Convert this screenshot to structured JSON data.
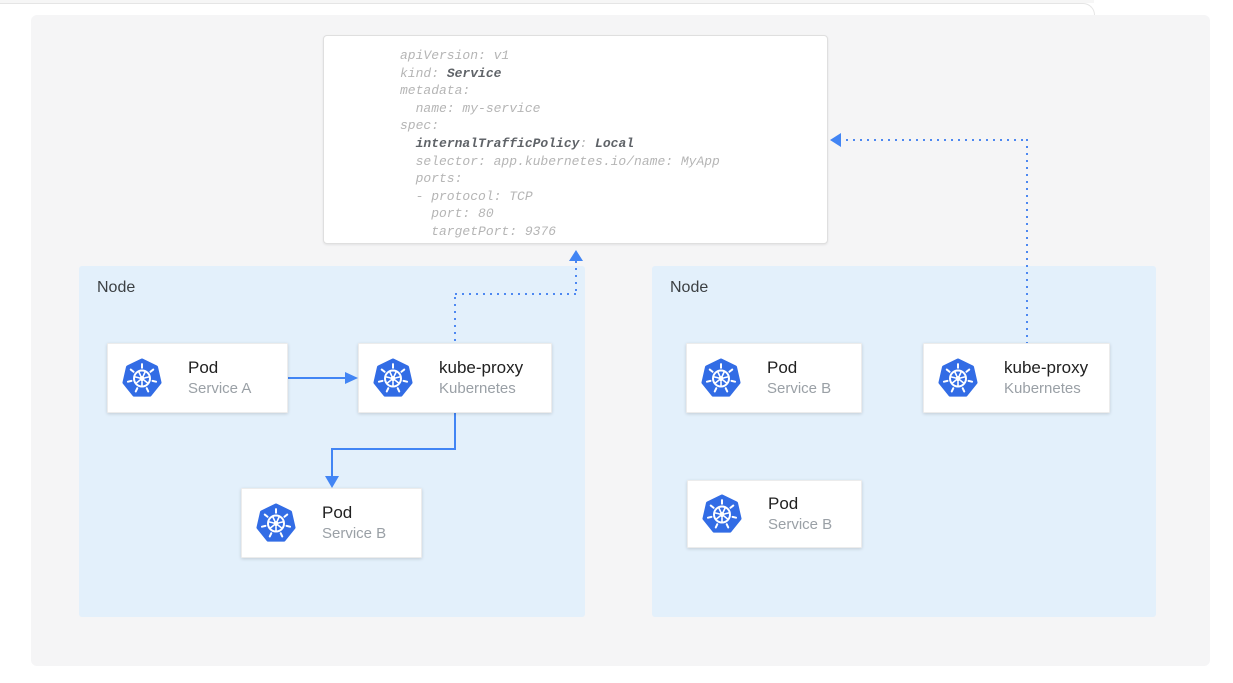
{
  "colors": {
    "arrow_solid": "#4285f4",
    "arrow_dotted": "#4d88f1",
    "kubernetes_blue": "#326ce5",
    "node_bg": "#e3f0fb",
    "canvas_bg": "#f5f5f6",
    "code_regular": "#b5b5b5",
    "code_bold": "#5f6368"
  },
  "service_manifest": {
    "lines": [
      [
        {
          "t": "apiVersion: v1",
          "b": false
        }
      ],
      [
        {
          "t": "kind: ",
          "b": false
        },
        {
          "t": "Service",
          "b": true
        }
      ],
      [
        {
          "t": "metadata:",
          "b": false
        }
      ],
      [
        {
          "t": "  name: my-service",
          "b": false
        }
      ],
      [
        {
          "t": "spec:",
          "b": false
        }
      ],
      [
        {
          "t": "  ",
          "b": false
        },
        {
          "t": "internalTrafficPolicy",
          "b": true
        },
        {
          "t": ": ",
          "b": false
        },
        {
          "t": "Local",
          "b": true
        }
      ],
      [
        {
          "t": "  selector: app.kubernetes.io/name: MyApp",
          "b": false
        }
      ],
      [
        {
          "t": "  ports:",
          "b": false
        }
      ],
      [
        {
          "t": "  - protocol: TCP",
          "b": false
        }
      ],
      [
        {
          "t": "    port: 80",
          "b": false
        }
      ],
      [
        {
          "t": "    targetPort: 9376",
          "b": false
        }
      ]
    ]
  },
  "nodes": [
    {
      "label": "Node",
      "cards": [
        {
          "title": "Pod",
          "subtitle": "Service A",
          "icon": "kubernetes-icon"
        },
        {
          "title": "kube-proxy",
          "subtitle": "Kubernetes",
          "icon": "kubernetes-icon"
        },
        {
          "title": "Pod",
          "subtitle": "Service B",
          "icon": "kubernetes-icon"
        }
      ]
    },
    {
      "label": "Node",
      "cards": [
        {
          "title": "Pod",
          "subtitle": "Service B",
          "icon": "kubernetes-icon"
        },
        {
          "title": "kube-proxy",
          "subtitle": "Kubernetes",
          "icon": "kubernetes-icon"
        },
        {
          "title": "Pod",
          "subtitle": "Service B",
          "icon": "kubernetes-icon"
        }
      ]
    }
  ]
}
